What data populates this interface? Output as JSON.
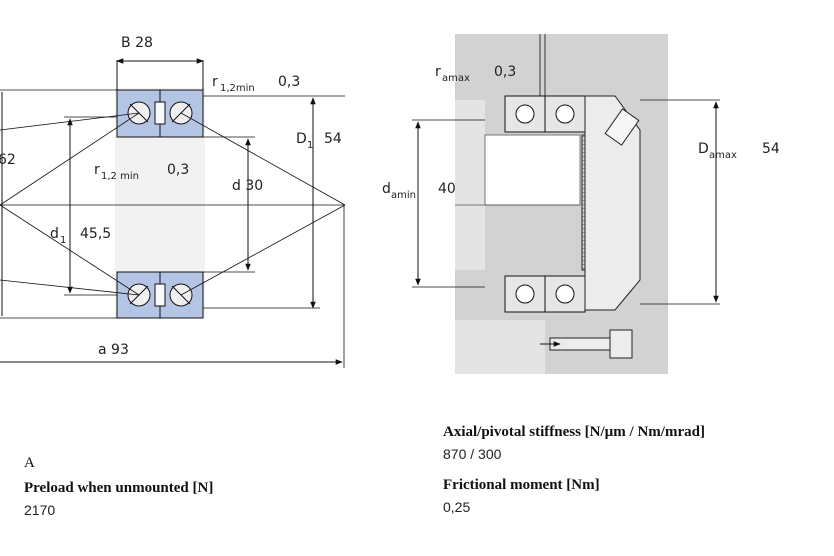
{
  "left_drawing": {
    "B": {
      "sym": "B",
      "val": "28"
    },
    "r12min_top": {
      "sym": "r",
      "sub": "1,2min",
      "val": "0,3"
    },
    "D1": {
      "sym": "D",
      "sub": "1",
      "val": "54"
    },
    "D_outer": {
      "val": "62"
    },
    "r12min_mid": {
      "sym": "r",
      "sub": "1,2 min",
      "val": "0,3"
    },
    "d": {
      "sym": "d",
      "val": "30"
    },
    "d1": {
      "sym": "d",
      "sub": "1",
      "val": "45,5"
    },
    "a": {
      "sym": "a",
      "val": "93"
    }
  },
  "right_drawing": {
    "ra_max": {
      "sym": "r",
      "sub": "amax",
      "val": "0,3"
    },
    "Da_max": {
      "sym": "D",
      "sub": "amax",
      "val": "54"
    },
    "da_min": {
      "sym": "d",
      "sub": "amin",
      "val": "40"
    }
  },
  "specs": {
    "class_letter": "A",
    "preload_label": "Preload when unmounted [N]",
    "preload_value": "2170",
    "stiffness_label": "Axial/pivotal stiffness [N/µm / Nm/mrad]",
    "stiffness_value": "870 / 300",
    "friction_label": "Frictional moment [Nm]",
    "friction_value": "0,25"
  },
  "colors": {
    "bearing_fill": "#b4c4e4",
    "housing_fill": "#d2d2d2",
    "line": "#111111"
  }
}
